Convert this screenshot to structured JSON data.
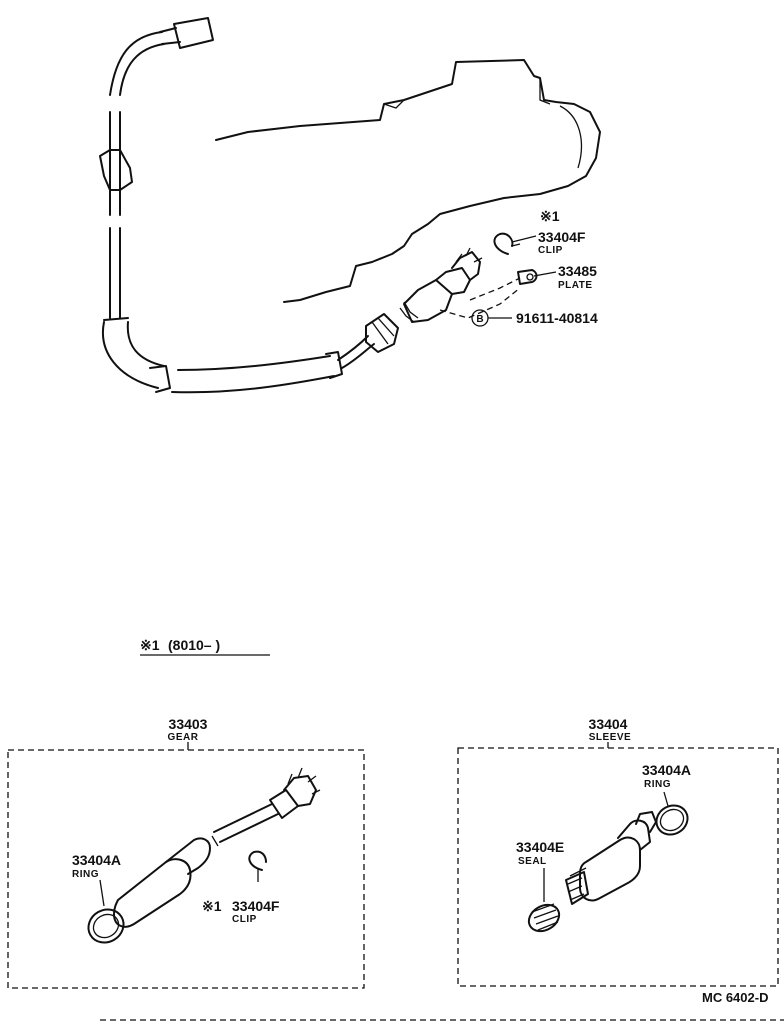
{
  "top_assembly": {
    "clip_note": "※1",
    "clip_part": "33404F",
    "clip_name": "CLIP",
    "plate_part": "33485",
    "plate_name": "PLATE",
    "bolt_marker": "B",
    "bolt_part": "91611-40814"
  },
  "footnote": {
    "mark": "※1",
    "text": "(8010–        )"
  },
  "gear_box": {
    "part": "33403",
    "name": "GEAR",
    "ring_part": "33404A",
    "ring_name": "RING",
    "clip_note": "※1",
    "clip_part": "33404F",
    "clip_name": "CLIP"
  },
  "sleeve_box": {
    "part": "33404",
    "name": "SLEEVE",
    "ring_part": "33404A",
    "ring_name": "RING",
    "seal_part": "33404E",
    "seal_name": "SEAL"
  },
  "diagram_code": "MC  6402-D"
}
